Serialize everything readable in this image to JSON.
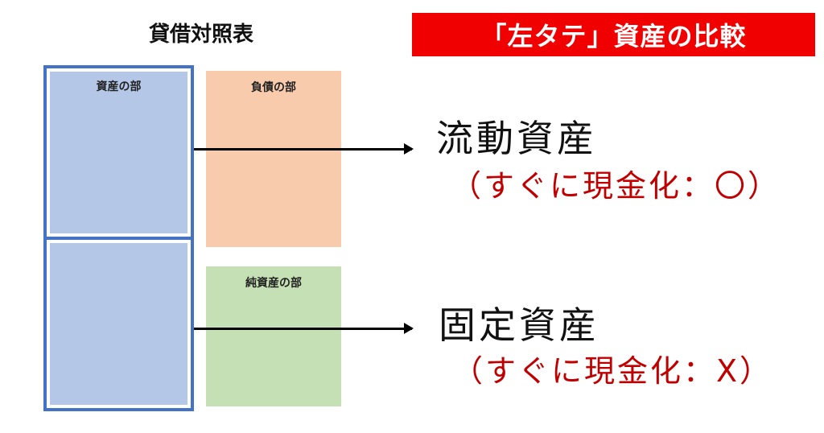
{
  "title": "貸借対照表",
  "banner": "「左タテ」資産の比較",
  "balance_sheet": {
    "assets_label": "資産の部",
    "liabilities_label": "負債の部",
    "net_assets_label": "純資産の部"
  },
  "current_assets": {
    "label": "流動資産",
    "note": "（すぐに現金化：〇）"
  },
  "fixed_assets": {
    "label": "固定資産",
    "note": "（すぐに現金化：X）"
  },
  "colors": {
    "banner": "#f00000",
    "asset_border": "#4472c4",
    "asset_fill": "#b4c7e7",
    "liabilities": "#f8cbad",
    "net_assets": "#c5e0b4",
    "note": "#c00000"
  }
}
